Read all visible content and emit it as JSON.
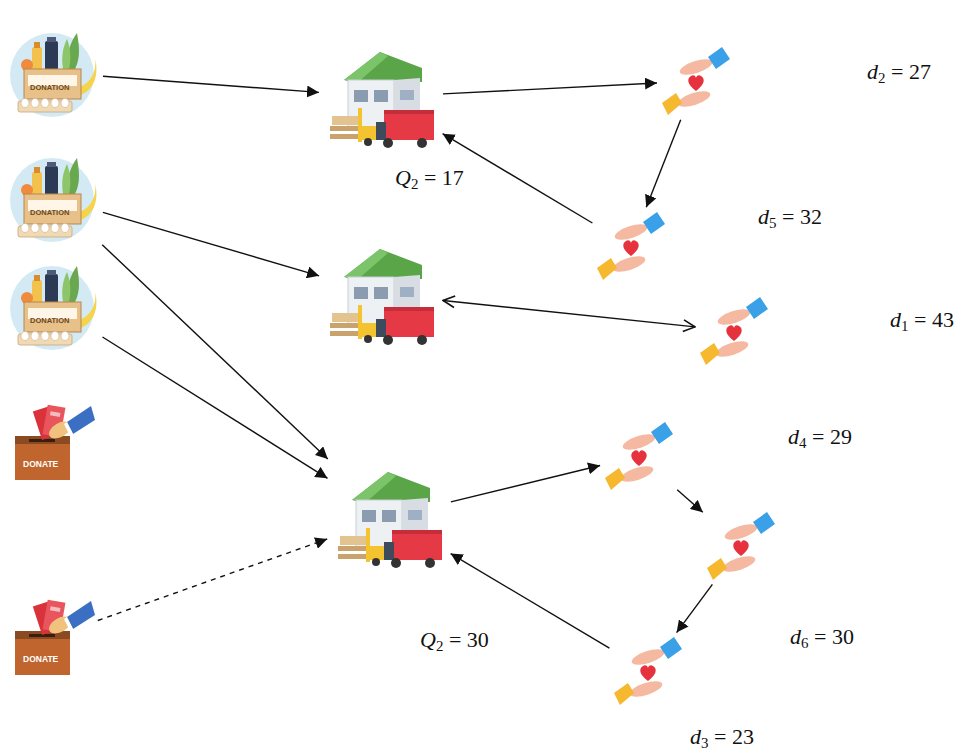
{
  "diagram": {
    "nodes": [
      {
        "text": [
          "DONATION"
        ]
      },
      {
        "text": [
          "Q2 = 17"
        ]
      },
      {
        "text": [
          "d2 = 27"
        ]
      },
      {
        "text": [
          "DONATION"
        ]
      },
      {
        "text": [
          "d5 = 32"
        ]
      },
      {
        "text": []
      },
      {
        "text": [
          "DONATION"
        ]
      },
      {
        "text": [
          "d1 = 43"
        ]
      },
      {
        "text": [
          "d4 = 29"
        ]
      },
      {
        "text": [
          "DONATE"
        ]
      },
      {
        "text": [
          "Q2 = 30"
        ]
      },
      {
        "text": [
          "d6 = 30"
        ]
      },
      {
        "text": [
          "DONATE"
        ]
      },
      {
        "text": [
          "d3 = 23"
        ]
      }
    ],
    "edges": [
      {
        "from": 0,
        "to": 1,
        "arrow": "to"
      },
      {
        "from": 1,
        "to": 2,
        "arrow": "to"
      },
      {
        "from": 2,
        "to": 4,
        "arrow": "to"
      },
      {
        "from": 4,
        "to": 1,
        "arrow": "to"
      },
      {
        "from": 3,
        "to": 5,
        "arrow": "to"
      },
      {
        "from": 3,
        "to": 10,
        "arrow": "to"
      },
      {
        "from": 5,
        "to": 7,
        "arrow": "both"
      },
      {
        "from": 6,
        "to": 10,
        "arrow": "to"
      },
      {
        "from": 12,
        "to": 10,
        "arrow": "to"
      },
      {
        "from": 10,
        "to": 8,
        "arrow": "to"
      },
      {
        "from": 8,
        "to": 11,
        "arrow": "to"
      },
      {
        "from": 11,
        "to": 13,
        "arrow": "to"
      },
      {
        "from": 13,
        "to": 10,
        "arrow": "to"
      }
    ]
  }
}
